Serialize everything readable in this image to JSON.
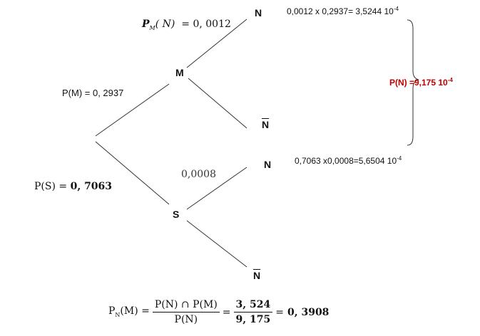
{
  "nodes": {
    "m": "M",
    "s": "S",
    "n_top": "N",
    "nbar_top": "N",
    "n_bottom": "N",
    "nbar_bottom": "N"
  },
  "branches": {
    "p_m_label": "P(M) = 0, 2937",
    "p_s_label": "P(S) = ",
    "p_s_value": "0, 7063",
    "pm_n_symbol": "P",
    "pm_n_sub": "M",
    "pm_n_arg": "( N)",
    "pm_n_value": "= 0, 0012",
    "s_n_value": "0,0008"
  },
  "products": {
    "top_expr": "0,0012 x 0,2937= 3,5244 10",
    "top_exp": "-4",
    "bottom_expr": "0,7063 x0,0008=5,6504 10",
    "bottom_exp": "-4"
  },
  "total": {
    "label": "P(N) =9,175 10",
    "exp": "-4",
    "color": "#c00000"
  },
  "formula": {
    "lhs_p": "P",
    "lhs_sub": "N",
    "lhs_arg": "(M) =",
    "num": "P(N) ∩ P(M)",
    "den": "P(N)",
    "eq1": "=",
    "num2": "3, 524",
    "den2": "9, 175",
    "eq2": "=",
    "result": "0, 3908"
  }
}
